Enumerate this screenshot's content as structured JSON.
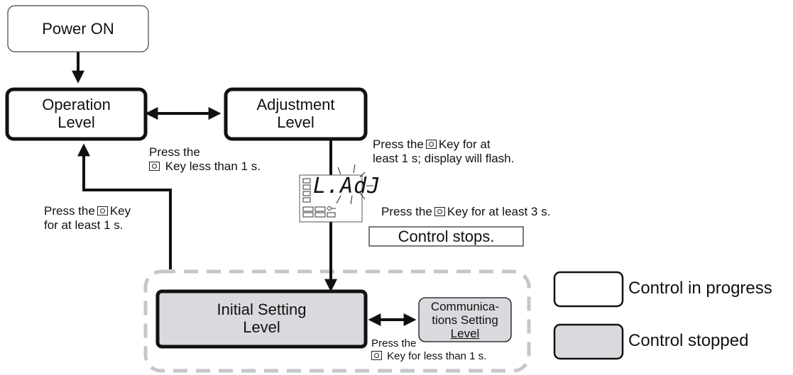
{
  "nodes": {
    "power_on": "Power ON",
    "operation": [
      "Operation",
      "Level"
    ],
    "adjustment": [
      "Adjustment",
      "Level"
    ],
    "initial": [
      "Initial Setting",
      "Level"
    ],
    "communications": [
      "Communica-",
      "tions Setting",
      "Level"
    ]
  },
  "notes": {
    "op_adj": [
      "Press the",
      "Key less than 1 s."
    ],
    "to_operation": [
      "Press the",
      "Key",
      "for at least 1 s."
    ],
    "flash": [
      "Press the",
      "Key for at",
      "least 1 s; display will flash."
    ],
    "three_sec": [
      "Press the",
      "Key for at least 3 s."
    ],
    "control_stops": "Control stops.",
    "init_comm": [
      "Press the",
      "Key for less than 1 s."
    ]
  },
  "display": {
    "text": "L.AdJ"
  },
  "legend": {
    "in_progress": "Control in progress",
    "stopped": "Control stopped"
  },
  "colors": {
    "stopped_fill": "#d9dadd",
    "dashed_region": "#c5c6cb",
    "line": "#111111"
  }
}
